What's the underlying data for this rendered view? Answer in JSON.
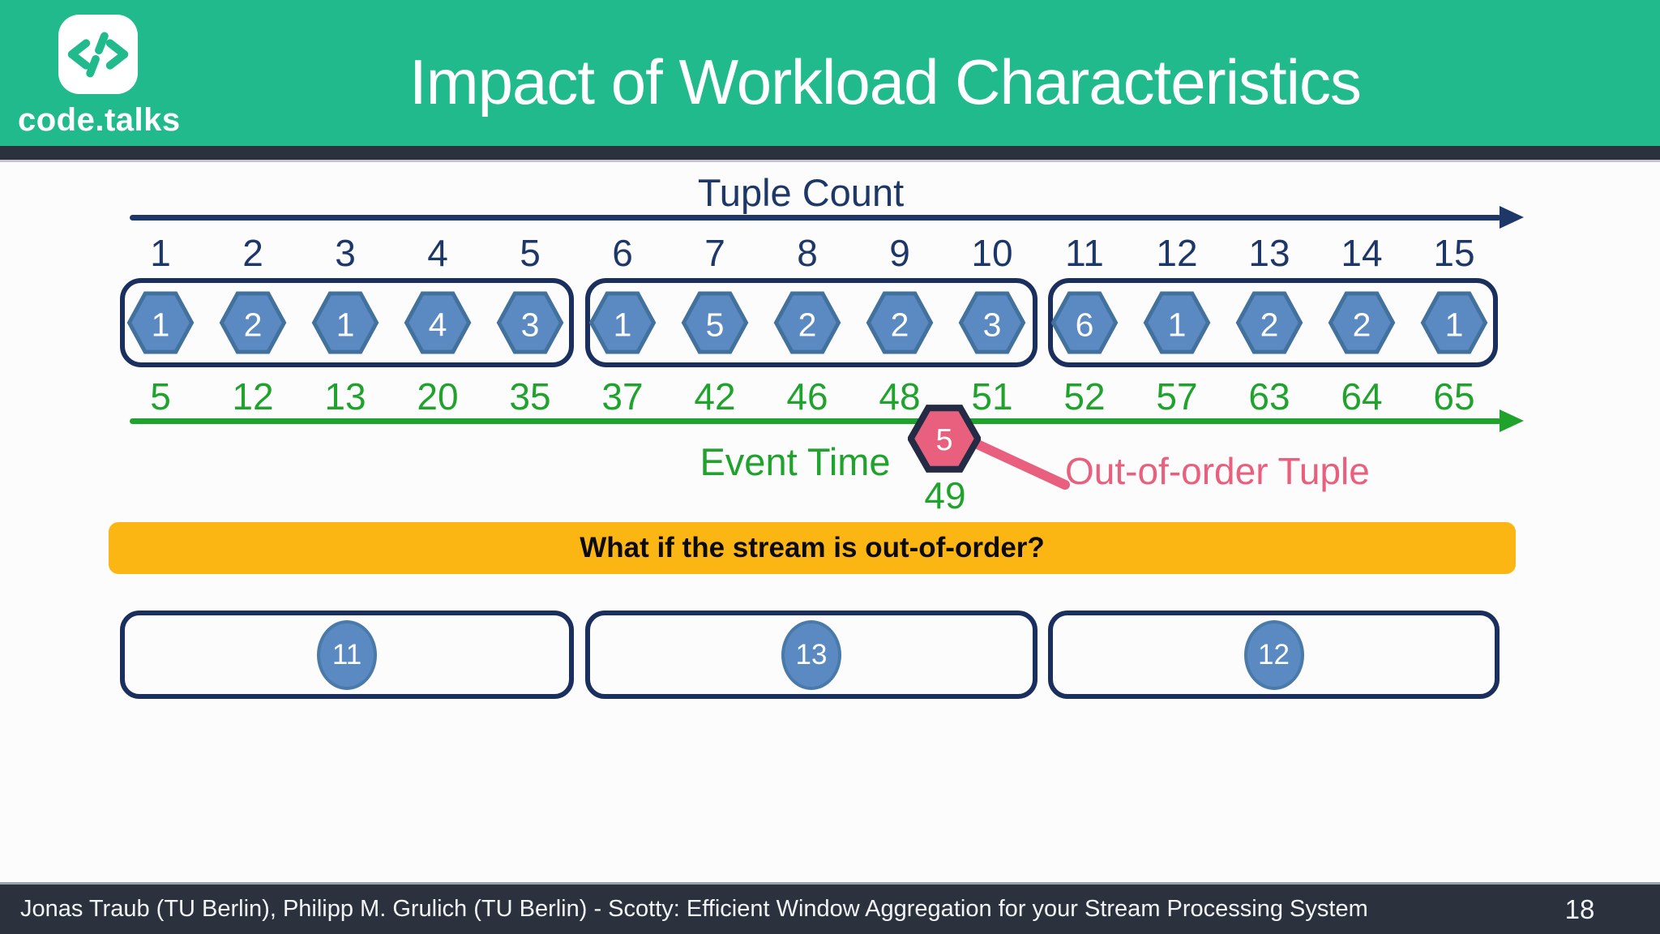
{
  "header": {
    "logo_text": "code.talks",
    "title": "Impact of Workload Characteristics"
  },
  "tuple_axis": {
    "label": "Tuple Count",
    "ticks": [
      "1",
      "2",
      "3",
      "4",
      "5",
      "6",
      "7",
      "8",
      "9",
      "10",
      "11",
      "12",
      "13",
      "14",
      "15"
    ]
  },
  "stream": {
    "groups": [
      [
        "1",
        "2",
        "1",
        "4",
        "3"
      ],
      [
        "1",
        "5",
        "2",
        "2",
        "3"
      ],
      [
        "6",
        "1",
        "2",
        "2",
        "1"
      ]
    ]
  },
  "event_axis": {
    "label": "Event Time",
    "ticks": [
      "5",
      "12",
      "13",
      "20",
      "35",
      "37",
      "42",
      "46",
      "48",
      "51",
      "52",
      "57",
      "63",
      "64",
      "65"
    ]
  },
  "out_of_order": {
    "value": "5",
    "timestamp": "49",
    "label": "Out-of-order Tuple"
  },
  "banner": {
    "text": "What if the stream is out-of-order?"
  },
  "result_windows": [
    {
      "value": "11"
    },
    {
      "value": "13"
    },
    {
      "value": "12"
    }
  ],
  "footer": {
    "credit": "Jonas Traub (TU Berlin), Philipp M. Grulich (TU Berlin) - Scotty: Efficient Window Aggregation for your Stream Processing System",
    "page": "18"
  },
  "colors": {
    "header_green": "#20ba8c",
    "dark_bar": "#2b323e",
    "navy": "#1e3769",
    "box_navy": "#1b2f5e",
    "hex_fill": "#5b8ac2",
    "hex_stroke": "#41719c",
    "green": "#1fa32d",
    "pink": "#e8607d",
    "pink_hex_stroke": "#232c44",
    "yellow": "#fcb614"
  }
}
